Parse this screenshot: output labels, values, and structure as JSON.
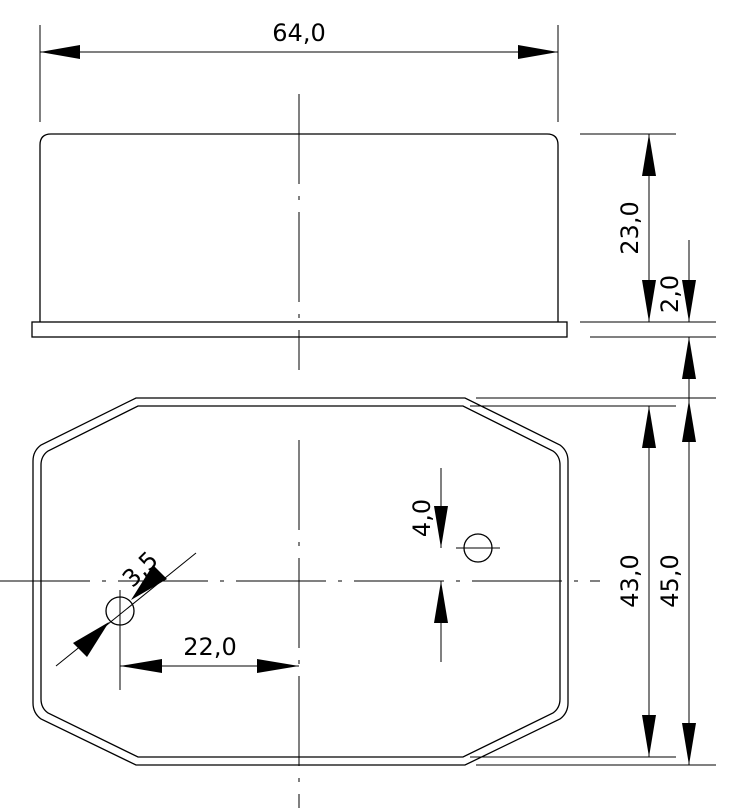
{
  "drawing": {
    "type": "technical-drawing",
    "dimensions": {
      "overall_length": "64,0",
      "body_height": "23,0",
      "base_thickness": "2,0",
      "inner_width": "43,0",
      "outer_width": "45,0",
      "hole_diameter": "3,5",
      "hole_offset": "22,0",
      "pin_size": "4,0"
    }
  }
}
